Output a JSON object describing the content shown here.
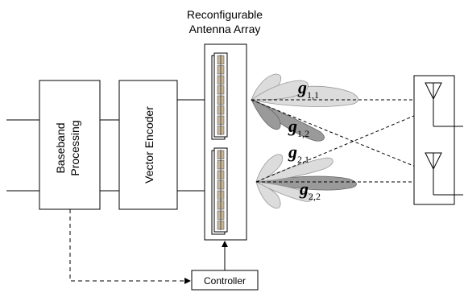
{
  "title_line1": "Reconfigurable",
  "title_line2": "Antenna Array",
  "baseband_line1": "Baseband",
  "baseband_line2": "Processing",
  "encoder": "Vector Encoder",
  "controller": "Controller",
  "gains": [
    {
      "sym": "g",
      "sub": "1,1"
    },
    {
      "sym": "g",
      "sub": "1,2"
    },
    {
      "sym": "g",
      "sub": "2,1"
    },
    {
      "sym": "g",
      "sub": "2,2"
    }
  ],
  "colors": {
    "lobe_light": "#dcdcdc",
    "lobe_dark": "#9a9a9a",
    "element_tan": "#c9b79a",
    "line": "#000000"
  }
}
